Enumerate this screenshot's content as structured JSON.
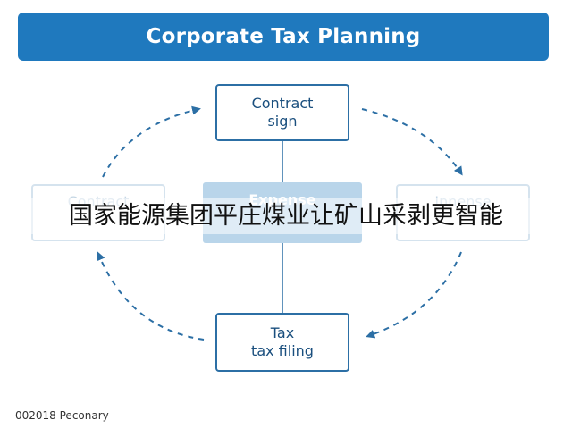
{
  "header": {
    "title": "Corporate Tax Planning"
  },
  "diagram": {
    "nodes": {
      "top": {
        "line1": "Contract",
        "line2": "sign"
      },
      "left": {
        "line1": "Contract"
      },
      "right": {
        "line1": "Innense"
      },
      "center": {
        "line1": "Expense"
      },
      "bottom": {
        "line1": "Tax",
        "line2": "tax filing"
      }
    },
    "arrow_style": "dashed",
    "accent_color": "#1f79be",
    "line_color": "#2c6fa5"
  },
  "overlay_caption": "国家能源集团平庄煤业让矿山采剥更智能",
  "footer": {
    "text": "002018 Peconary"
  }
}
